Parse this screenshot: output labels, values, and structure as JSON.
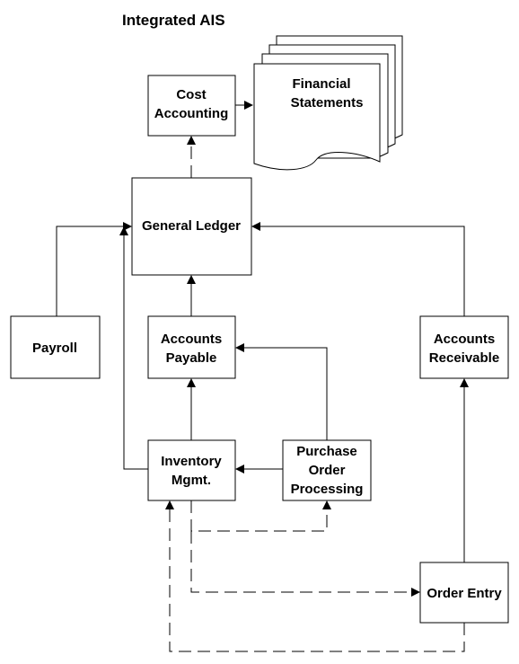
{
  "title": "Integrated AIS",
  "boxes": {
    "cost_accounting": [
      "Cost",
      "Accounting"
    ],
    "financial_statements": [
      "Financial",
      "Statements"
    ],
    "general_ledger": [
      "General Ledger"
    ],
    "payroll": [
      "Payroll"
    ],
    "accounts_payable": [
      "Accounts",
      "Payable"
    ],
    "accounts_receivable": [
      "Accounts",
      "Receivable"
    ],
    "inventory_mgmt": [
      "Inventory",
      "Mgmt."
    ],
    "purchase_order_processing": [
      "Purchase",
      "Order",
      "Processing"
    ],
    "order_entry": [
      "Order Entry"
    ]
  },
  "colors": {
    "stroke": "#000000",
    "fill": "#ffffff"
  }
}
